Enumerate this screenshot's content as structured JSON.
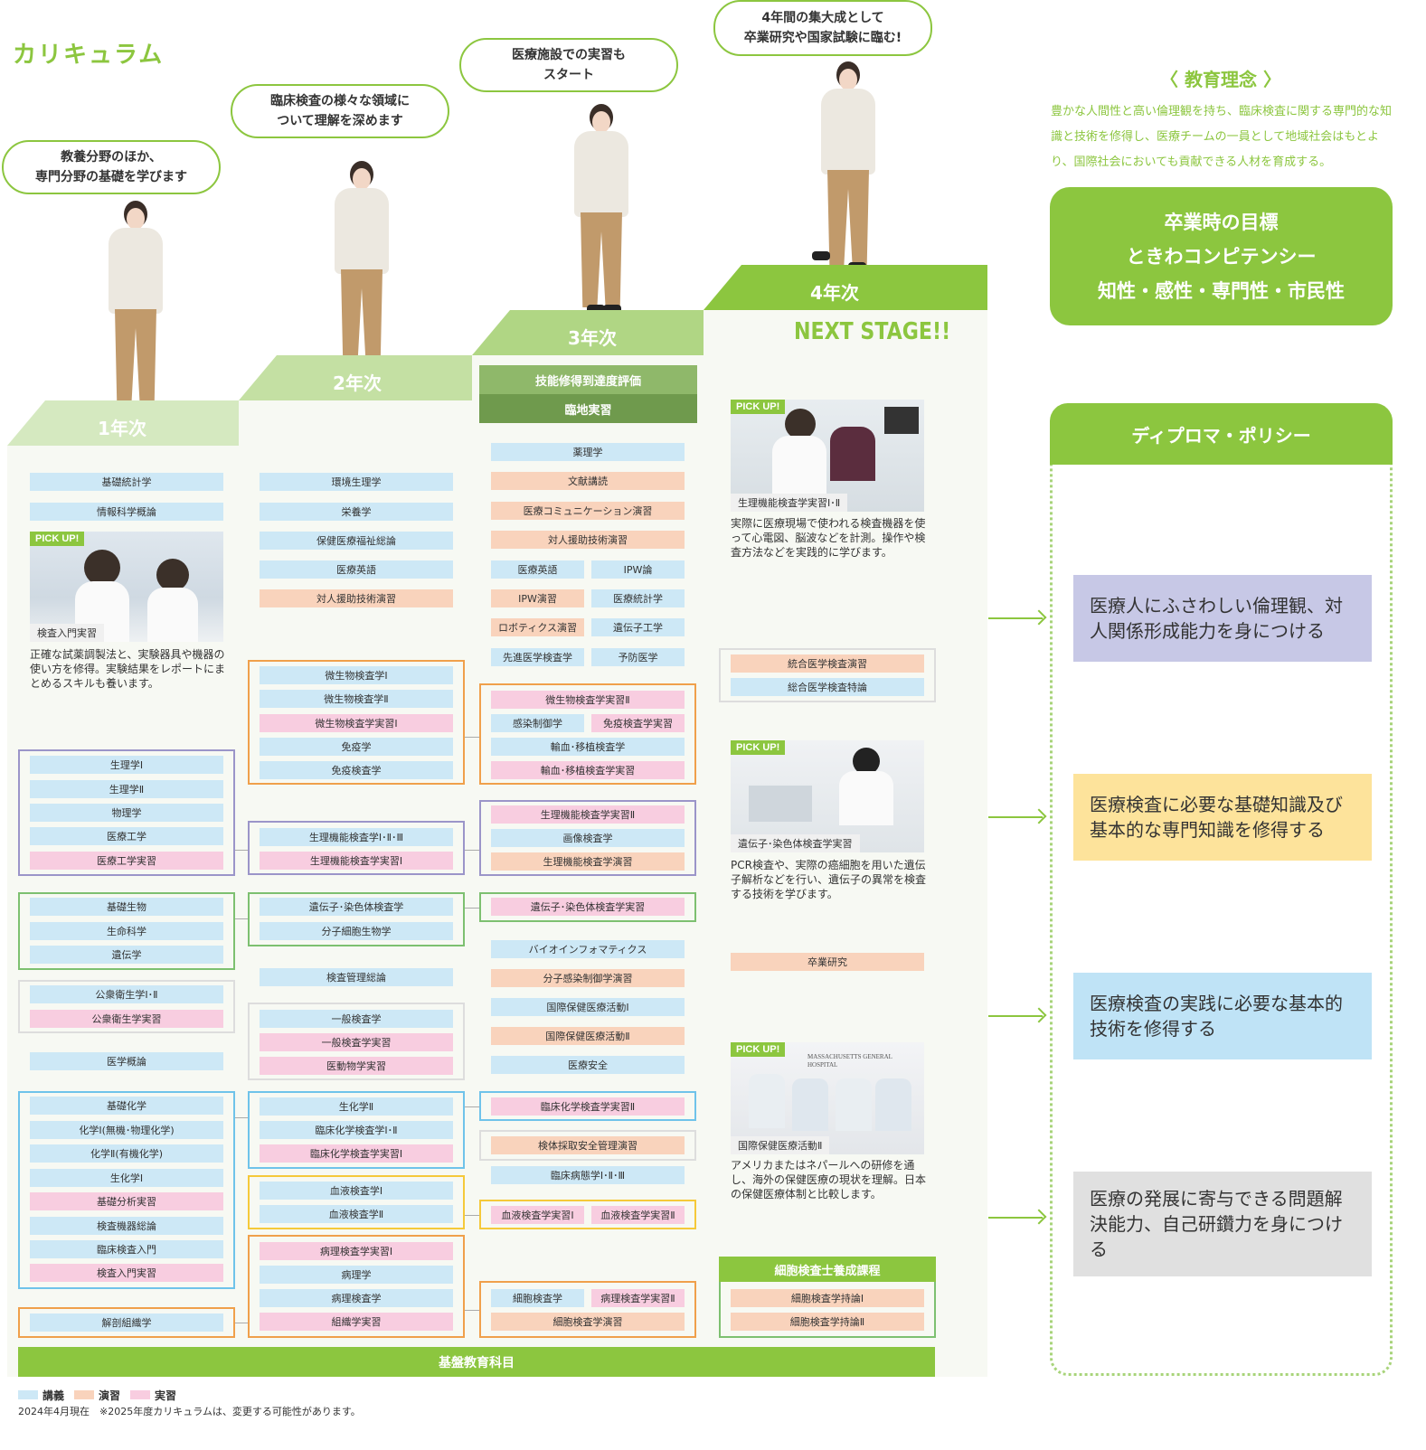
{
  "title": "カリキュラム",
  "bubbles": {
    "b1": [
      "教養分野のほか、",
      "専門分野の基礎を学びます"
    ],
    "b2": [
      "臨床検査の様々な領域に",
      "ついて理解を深めます"
    ],
    "b3": [
      "医療施設での実習も",
      "スタート"
    ],
    "b4": [
      "4年間の集大成として",
      "卒業研究や国家試験に臨む!"
    ]
  },
  "years": {
    "y1": "1年次",
    "y2": "2年次",
    "y3": "3年次",
    "y4": "4年次",
    "next_stage": "NEXT STAGE!!"
  },
  "philosophy": {
    "heading": "〈 教育理念 〉",
    "text": "豊かな人間性と高い倫理観を持ち、臨床検査に関する専門的な知識と技術を修得し、医療チームの一員として地域社会はもとより、国際社会においても貢献できる人材を育成する。"
  },
  "goal": {
    "line1": "卒業時の目標",
    "line2": "ときわコンピテンシー",
    "line3": "知性・感性・専門性・市民性"
  },
  "diploma": {
    "heading": "ディプロマ・ポリシー",
    "items": [
      "医療人にふさわしい倫理観、対人関係形成能力を身につける",
      "医療検査に必要な基礎知識及び基本的な専門知識を修得する",
      "医療検査の実践に必要な基本的技術を修得する",
      "医療の発展に寄与できる問題解決能力、自己研鑽力を身につける"
    ]
  },
  "y3_headers": {
    "h1": "技能修得到達度評価",
    "h2": "臨地実習"
  },
  "y1_courses": [
    "基礎統計学",
    "情報科学概論",
    "生理学Ⅰ",
    "生理学Ⅱ",
    "物理学",
    "医療工学",
    "医療工学実習",
    "基礎生物",
    "生命科学",
    "遺伝学",
    "公衆衛生学Ⅰ･Ⅱ",
    "公衆衛生学実習",
    "医学概論",
    "基礎化学",
    "化学Ⅰ(無機･物理化学)",
    "化学Ⅱ(有機化学)",
    "生化学Ⅰ",
    "基礎分析実習",
    "検査機器総論",
    "臨床検査入門",
    "検査入門実習",
    "解剖組織学"
  ],
  "y2_courses": [
    "環境生理学",
    "栄養学",
    "保健医療福祉総論",
    "医療英語",
    "対人援助技術演習",
    "微生物検査学Ⅰ",
    "微生物検査学Ⅱ",
    "微生物検査学実習Ⅰ",
    "免疫学",
    "免疫検査学",
    "生理機能検査学Ⅰ･Ⅱ･Ⅲ",
    "生理機能検査学実習Ⅰ",
    "遺伝子･染色体検査学",
    "分子細胞生物学",
    "検査管理総論",
    "一般検査学",
    "一般検査学実習",
    "医動物学実習",
    "生化学Ⅱ",
    "臨床化学検査学Ⅰ･Ⅱ",
    "臨床化学検査学実習Ⅰ",
    "血液検査学Ⅰ",
    "血液検査学Ⅱ",
    "病理検査学実習Ⅰ",
    "病理学",
    "病理検査学",
    "組織学実習"
  ],
  "y3_courses": [
    "薬理学",
    "文献講読",
    "医療コミュニケーション演習",
    "対人援助技術演習",
    "医療英語",
    "IPW論",
    "IPW演習",
    "医療統計学",
    "ロボティクス演習",
    "遺伝子工学",
    "先進医学検査学",
    "予防医学",
    "微生物検査学実習Ⅱ",
    "感染制御学",
    "免疫検査学実習",
    "輸血･移植検査学",
    "輸血･移植検査学実習",
    "生理機能検査学実習Ⅱ",
    "画像検査学",
    "生理機能検査学演習",
    "遺伝子･染色体検査学実習",
    "バイオインフォマティクス",
    "分子感染制御学演習",
    "国際保健医療活動Ⅰ",
    "国際保健医療活動Ⅱ",
    "医療安全",
    "臨床化学検査学実習Ⅱ",
    "検体採取安全管理演習",
    "臨床病態学Ⅰ･Ⅱ･Ⅲ",
    "血液検査学実習Ⅰ",
    "血液検査学実習Ⅱ",
    "細胞検査学",
    "病理検査学実習Ⅱ",
    "細胞検査学演習"
  ],
  "y4_courses": [
    "統合医学検査演習",
    "総合医学検査特論",
    "卒業研究",
    "細胞検査学持論Ⅰ",
    "細胞検査学持論Ⅱ"
  ],
  "y4_cyto_heading": "細胞検査士養成課程",
  "pickups": [
    {
      "label": "PICK UP!",
      "caption": "検査入門実習",
      "desc": "正確な試薬調製法と、実験器具や機器の使い方を修得。実験結果をレポートにまとめるスキルも養います。"
    },
    {
      "label": "PICK UP!",
      "caption": "生理機能検査学実習Ⅰ･Ⅱ",
      "desc": "実際に医療現場で使われる検査機器を使って心電図、脳波などを計測。操作や検査方法などを実践的に学びます。"
    },
    {
      "label": "PICK UP!",
      "caption": "遺伝子･染色体検査学実習",
      "desc": "PCR検査や、実際の癌細胞を用いた遺伝子解析などを行い、遺伝子の異常を検査する技術を学びます。"
    },
    {
      "label": "PICK UP!",
      "caption": "国際保健医療活動Ⅱ",
      "desc": "アメリカまたはネパールへの研修を通し、海外の保健医療の現状を理解。日本の保健医療体制と比較します。"
    }
  ],
  "hospital_sign": "MASSACHUSETTS GENERAL HOSPITAL",
  "base_bar": "基盤教育科目",
  "legend": {
    "lecture": "講義",
    "exercise": "演習",
    "practice": "実習"
  },
  "footnote": "2024年4月現在　※2025年度カリキュラムは、変更する可能性があります。",
  "colors": {
    "accent": "#8cc63f",
    "lecture": "#cde8f6",
    "exercise": "#f9d3bc",
    "practice": "#f8cde0"
  }
}
